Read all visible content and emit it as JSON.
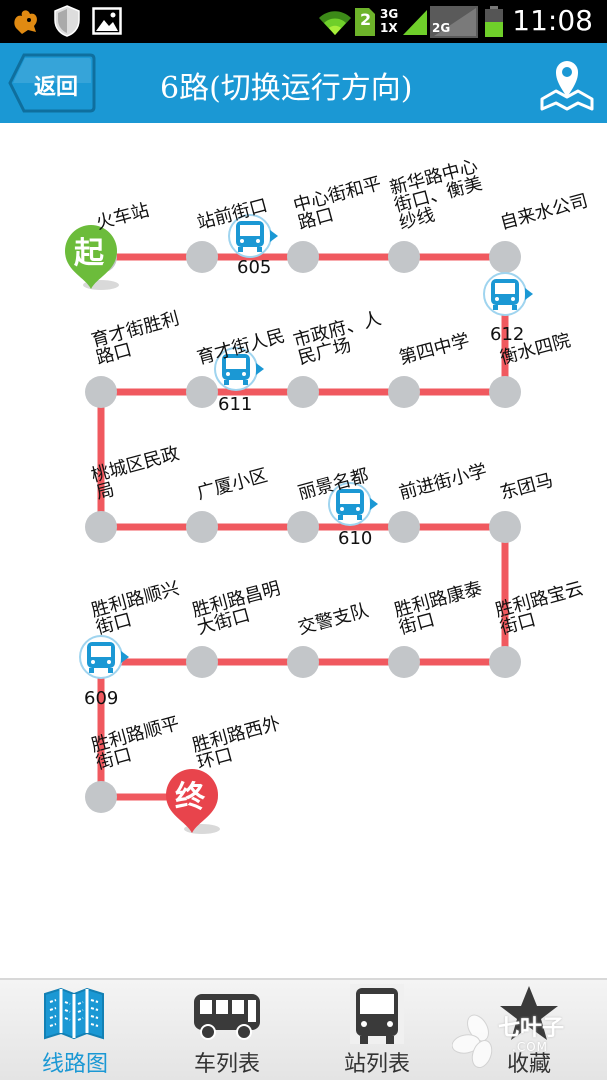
{
  "status_bar": {
    "time": "11:08",
    "sim_slot": "2",
    "net_3g": "3G",
    "net_1x": "1X",
    "net_2g": "2G"
  },
  "header": {
    "back_label": "返回",
    "title": "6路(切换运行方向)"
  },
  "route": {
    "line_color": "#f0595f",
    "stop_color": "#c3c6c9",
    "start_label": "起",
    "end_label": "终",
    "stops": [
      {
        "name": "火车站"
      },
      {
        "name": "站前街口"
      },
      {
        "name": "中心街和平\n路口"
      },
      {
        "name": "新华路中心\n街口、衡美\n纱线"
      },
      {
        "name": "自来水公司"
      },
      {
        "name": "衡水四院"
      },
      {
        "name": "第四中学"
      },
      {
        "name": "市政府、人\n民广场"
      },
      {
        "name": "育才街人民"
      },
      {
        "name": "育才街胜利\n路口"
      },
      {
        "name": "桃城区民政\n局"
      },
      {
        "name": "广厦小区"
      },
      {
        "name": "丽景名都"
      },
      {
        "name": "前进街小学"
      },
      {
        "name": "东团马"
      },
      {
        "name": "胜利路宝云\n街口"
      },
      {
        "name": "胜利路康泰\n街口"
      },
      {
        "name": "交警支队"
      },
      {
        "name": "胜利路昌明\n大街口"
      },
      {
        "name": "胜利路顺兴\n街口"
      },
      {
        "name": "胜利路顺平\n街口"
      },
      {
        "name": "胜利路西外\n环口"
      }
    ],
    "buses": [
      {
        "number": "605"
      },
      {
        "number": "612"
      },
      {
        "number": "611"
      },
      {
        "number": "610"
      },
      {
        "number": "609"
      }
    ]
  },
  "nav": {
    "items": [
      {
        "label": "线路图"
      },
      {
        "label": "车列表"
      },
      {
        "label": "站列表"
      },
      {
        "label": "收藏"
      }
    ]
  },
  "watermark": {
    "text": "七叶子",
    "sub": ".COM"
  }
}
